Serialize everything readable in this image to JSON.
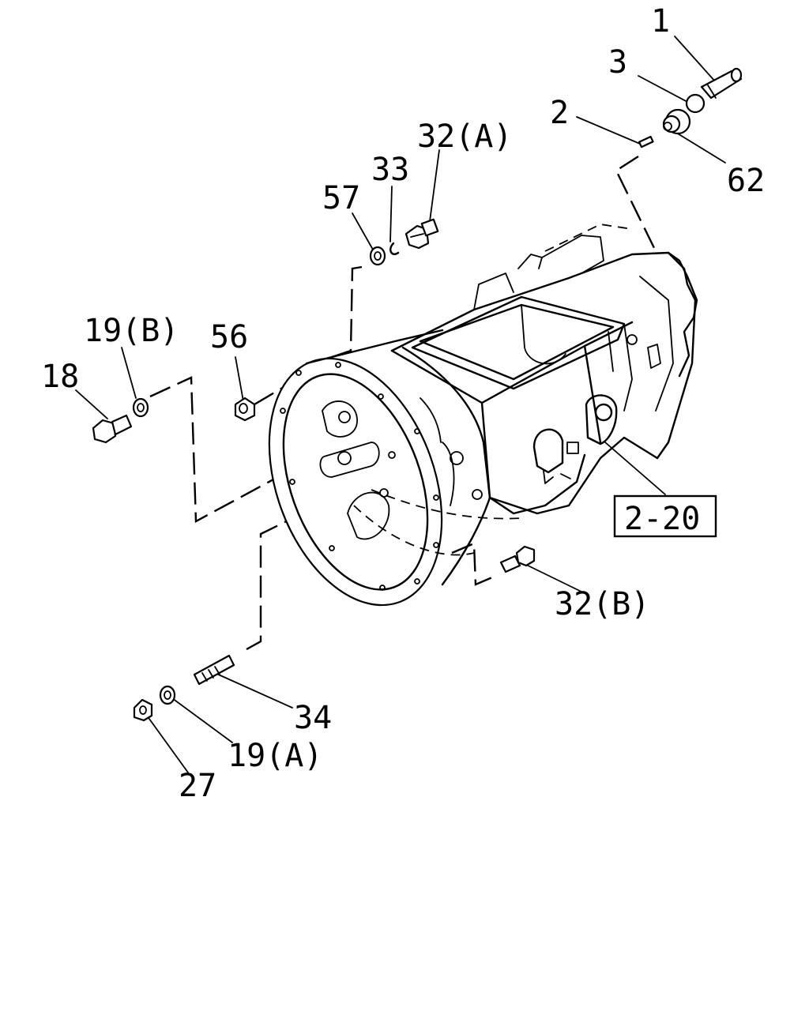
{
  "diagram": {
    "callouts": {
      "p1": "1",
      "p3": "3",
      "p2": "2",
      "p62": "62",
      "p32a": "32(A)",
      "p33": "33",
      "p57": "57",
      "p56": "56",
      "p19b": "19(B)",
      "p18": "18",
      "p32b": "32(B)",
      "p34": "34",
      "p19a": "19(A)",
      "p27": "27"
    },
    "reference": "2-20"
  }
}
